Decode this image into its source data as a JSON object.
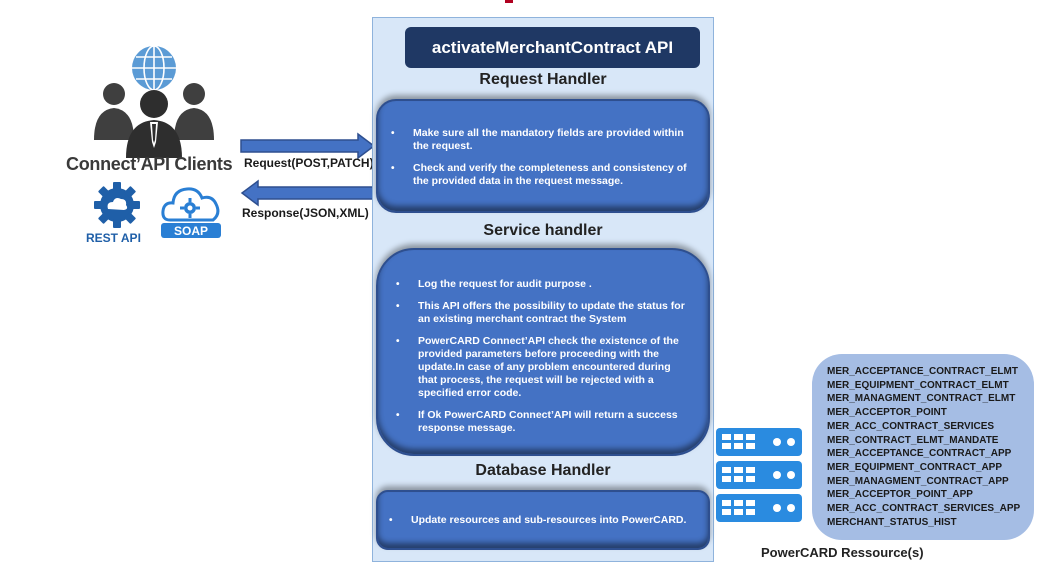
{
  "clients": {
    "label": "Connect’API Clients",
    "rest_label": "REST API",
    "soap_label": "SOAP"
  },
  "flow": {
    "request_label": "Request(POST,PATCH)",
    "response_label": "Response(JSON,XML)"
  },
  "api": {
    "title": "activateMerchantContract API"
  },
  "request_handler": {
    "title": "Request Handler",
    "items": [
      "Make sure all the mandatory fields are provided within the request.",
      "Check and verify the completeness and consistency of the provided data in the request message."
    ]
  },
  "service_handler": {
    "title": "Service handler",
    "items": [
      "Log the request for audit purpose .",
      "This API offers the possibility to update the status for an existing merchant contract the System",
      "PowerCARD Connect’API check the existence of the provided parameters before proceeding with the update.In case of any problem encountered during that process, the request will be rejected with a specified error code.",
      "If Ok PowerCARD Connect’API will return a success response message."
    ]
  },
  "database_handler": {
    "title": "Database Handler",
    "items": [
      "Update resources and sub-resources into PowerCARD."
    ]
  },
  "resources": {
    "caption": "PowerCARD Ressource(s)",
    "tables": [
      "MER_ACCEPTANCE_CONTRACT_ELMT",
      "MER_EQUIPMENT_CONTRACT_ELMT",
      "MER_MANAGMENT_CONTRACT_ELMT",
      "MER_ACCEPTOR_POINT",
      "MER_ACC_CONTRACT_SERVICES",
      "MER_CONTRACT_ELMT_MANDATE",
      "MER_ACCEPTANCE_CONTRACT_APP",
      "MER_EQUIPMENT_CONTRACT_APP",
      "MER_MANAGMENT_CONTRACT_APP",
      "MER_ACCEPTOR_POINT_APP",
      "MER_ACC_CONTRACT_SERVICES_APP",
      "MERCHANT_STATUS_HIST"
    ]
  },
  "colors": {
    "panel_bg": "#d8e7f8",
    "title_bg": "#1f3864",
    "box_blue": "#4472c4",
    "resource_bg": "#a5bde4",
    "rest_blue": "#1f5fa8",
    "soap_blue": "#2a7fd4"
  }
}
